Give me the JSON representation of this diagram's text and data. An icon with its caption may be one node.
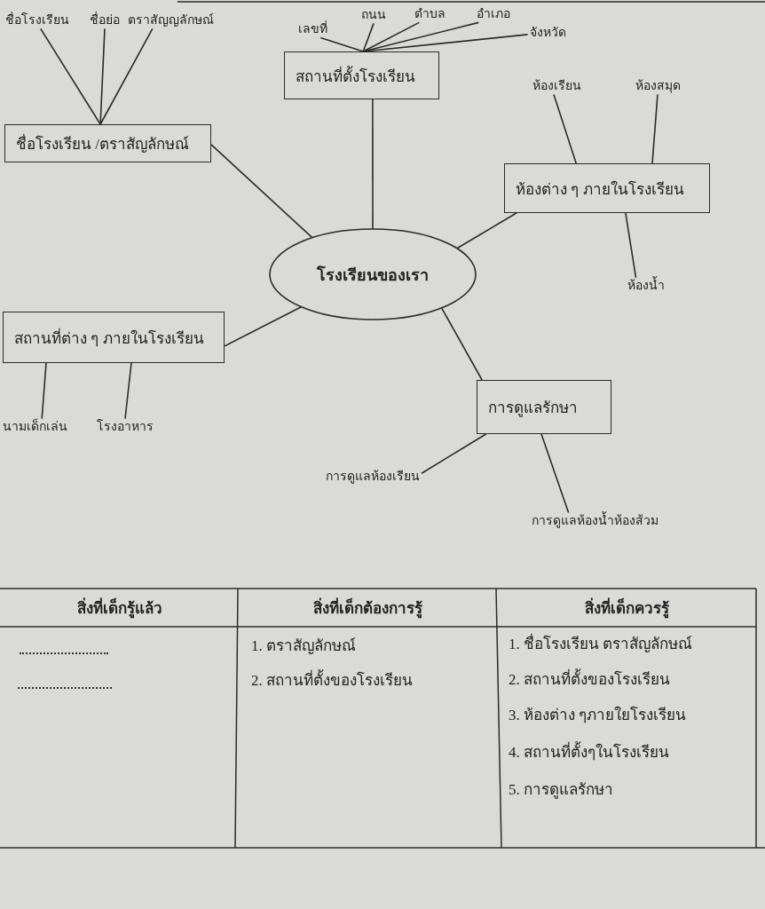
{
  "diagram": {
    "nodes": [
      {
        "text": [
          "ชื่อโรงเรียน"
        ]
      },
      {
        "text": [
          "ชื่อย่อ"
        ]
      },
      {
        "text": [
          "ตราสัญญลักษณ์"
        ]
      },
      {
        "text": [
          "เลขที่"
        ]
      },
      {
        "text": [
          "ถนน"
        ]
      },
      {
        "text": [
          "ตำบล"
        ]
      },
      {
        "text": [
          "อำเภอ"
        ]
      },
      {
        "text": [
          "จังหวัด"
        ]
      },
      {
        "text": [
          "สถานที่ตั้งโรงเรียน"
        ]
      },
      {
        "text": [
          "ห้องเรียน"
        ]
      },
      {
        "text": [
          "ห้องสมุด"
        ]
      },
      {
        "text": [
          "ชื่อโรงเรียน /ตราสัญลักษณ์"
        ]
      },
      {
        "text": [
          "ห้องต่าง ๆ ภายในโรงเรียน"
        ]
      },
      {
        "text": [
          "โรงเรียนของเรา"
        ]
      },
      {
        "text": [
          "ห้องน้ำ"
        ]
      },
      {
        "text": [
          "สถานที่ต่าง ๆ ภายในโรงเรียน"
        ]
      },
      {
        "text": [
          "การดูแลรักษา"
        ]
      },
      {
        "text": [
          "นามเด็กเล่น"
        ]
      },
      {
        "text": [
          "โรงอาหาร"
        ]
      },
      {
        "text": [
          "การดูแลห้องเรียน"
        ]
      },
      {
        "text": [
          "การดูแลห้องน้ำห้องส้วม"
        ]
      }
    ],
    "edges": [
      {
        "from": 11,
        "to": 0,
        "arrow": "none"
      },
      {
        "from": 11,
        "to": 1,
        "arrow": "none"
      },
      {
        "from": 11,
        "to": 2,
        "arrow": "none"
      },
      {
        "from": 8,
        "to": 3,
        "arrow": "none"
      },
      {
        "from": 8,
        "to": 4,
        "arrow": "none"
      },
      {
        "from": 8,
        "to": 5,
        "arrow": "none"
      },
      {
        "from": 8,
        "to": 6,
        "arrow": "none"
      },
      {
        "from": 8,
        "to": 7,
        "arrow": "none"
      },
      {
        "from": 13,
        "to": 8,
        "arrow": "none"
      },
      {
        "from": 13,
        "to": 11,
        "arrow": "none"
      },
      {
        "from": 13,
        "to": 12,
        "arrow": "none"
      },
      {
        "from": 12,
        "to": 9,
        "arrow": "none"
      },
      {
        "from": 12,
        "to": 10,
        "arrow": "none"
      },
      {
        "from": 12,
        "to": 14,
        "arrow": "none"
      },
      {
        "from": 13,
        "to": 15,
        "arrow": "none"
      },
      {
        "from": 13,
        "to": 16,
        "arrow": "none"
      },
      {
        "from": 15,
        "to": 17,
        "arrow": "none"
      },
      {
        "from": 15,
        "to": 18,
        "arrow": "none"
      },
      {
        "from": 16,
        "to": 19,
        "arrow": "none"
      },
      {
        "from": 16,
        "to": 20,
        "arrow": "none"
      }
    ],
    "labels": [
      "สิ่งที่เด็กรู้แล้ว",
      "สิ่งที่เด็กต้องการรู้",
      "สิ่งที่เด็กควรรู้",
      "1. ตราสัญลักษณ์",
      "2. สถานที่ตั้งของโรงเรียน",
      "1. ชื่อโรงเรียน ตราสัญลักษณ์",
      "2. สถานที่ตั้งของโรงเรียน",
      "3. ห้องต่าง ๆภายใยโรงเรียน",
      "4. สถานที่ตั้งๆในโรงเรียน",
      "5. การดูแลรักษา"
    ]
  }
}
